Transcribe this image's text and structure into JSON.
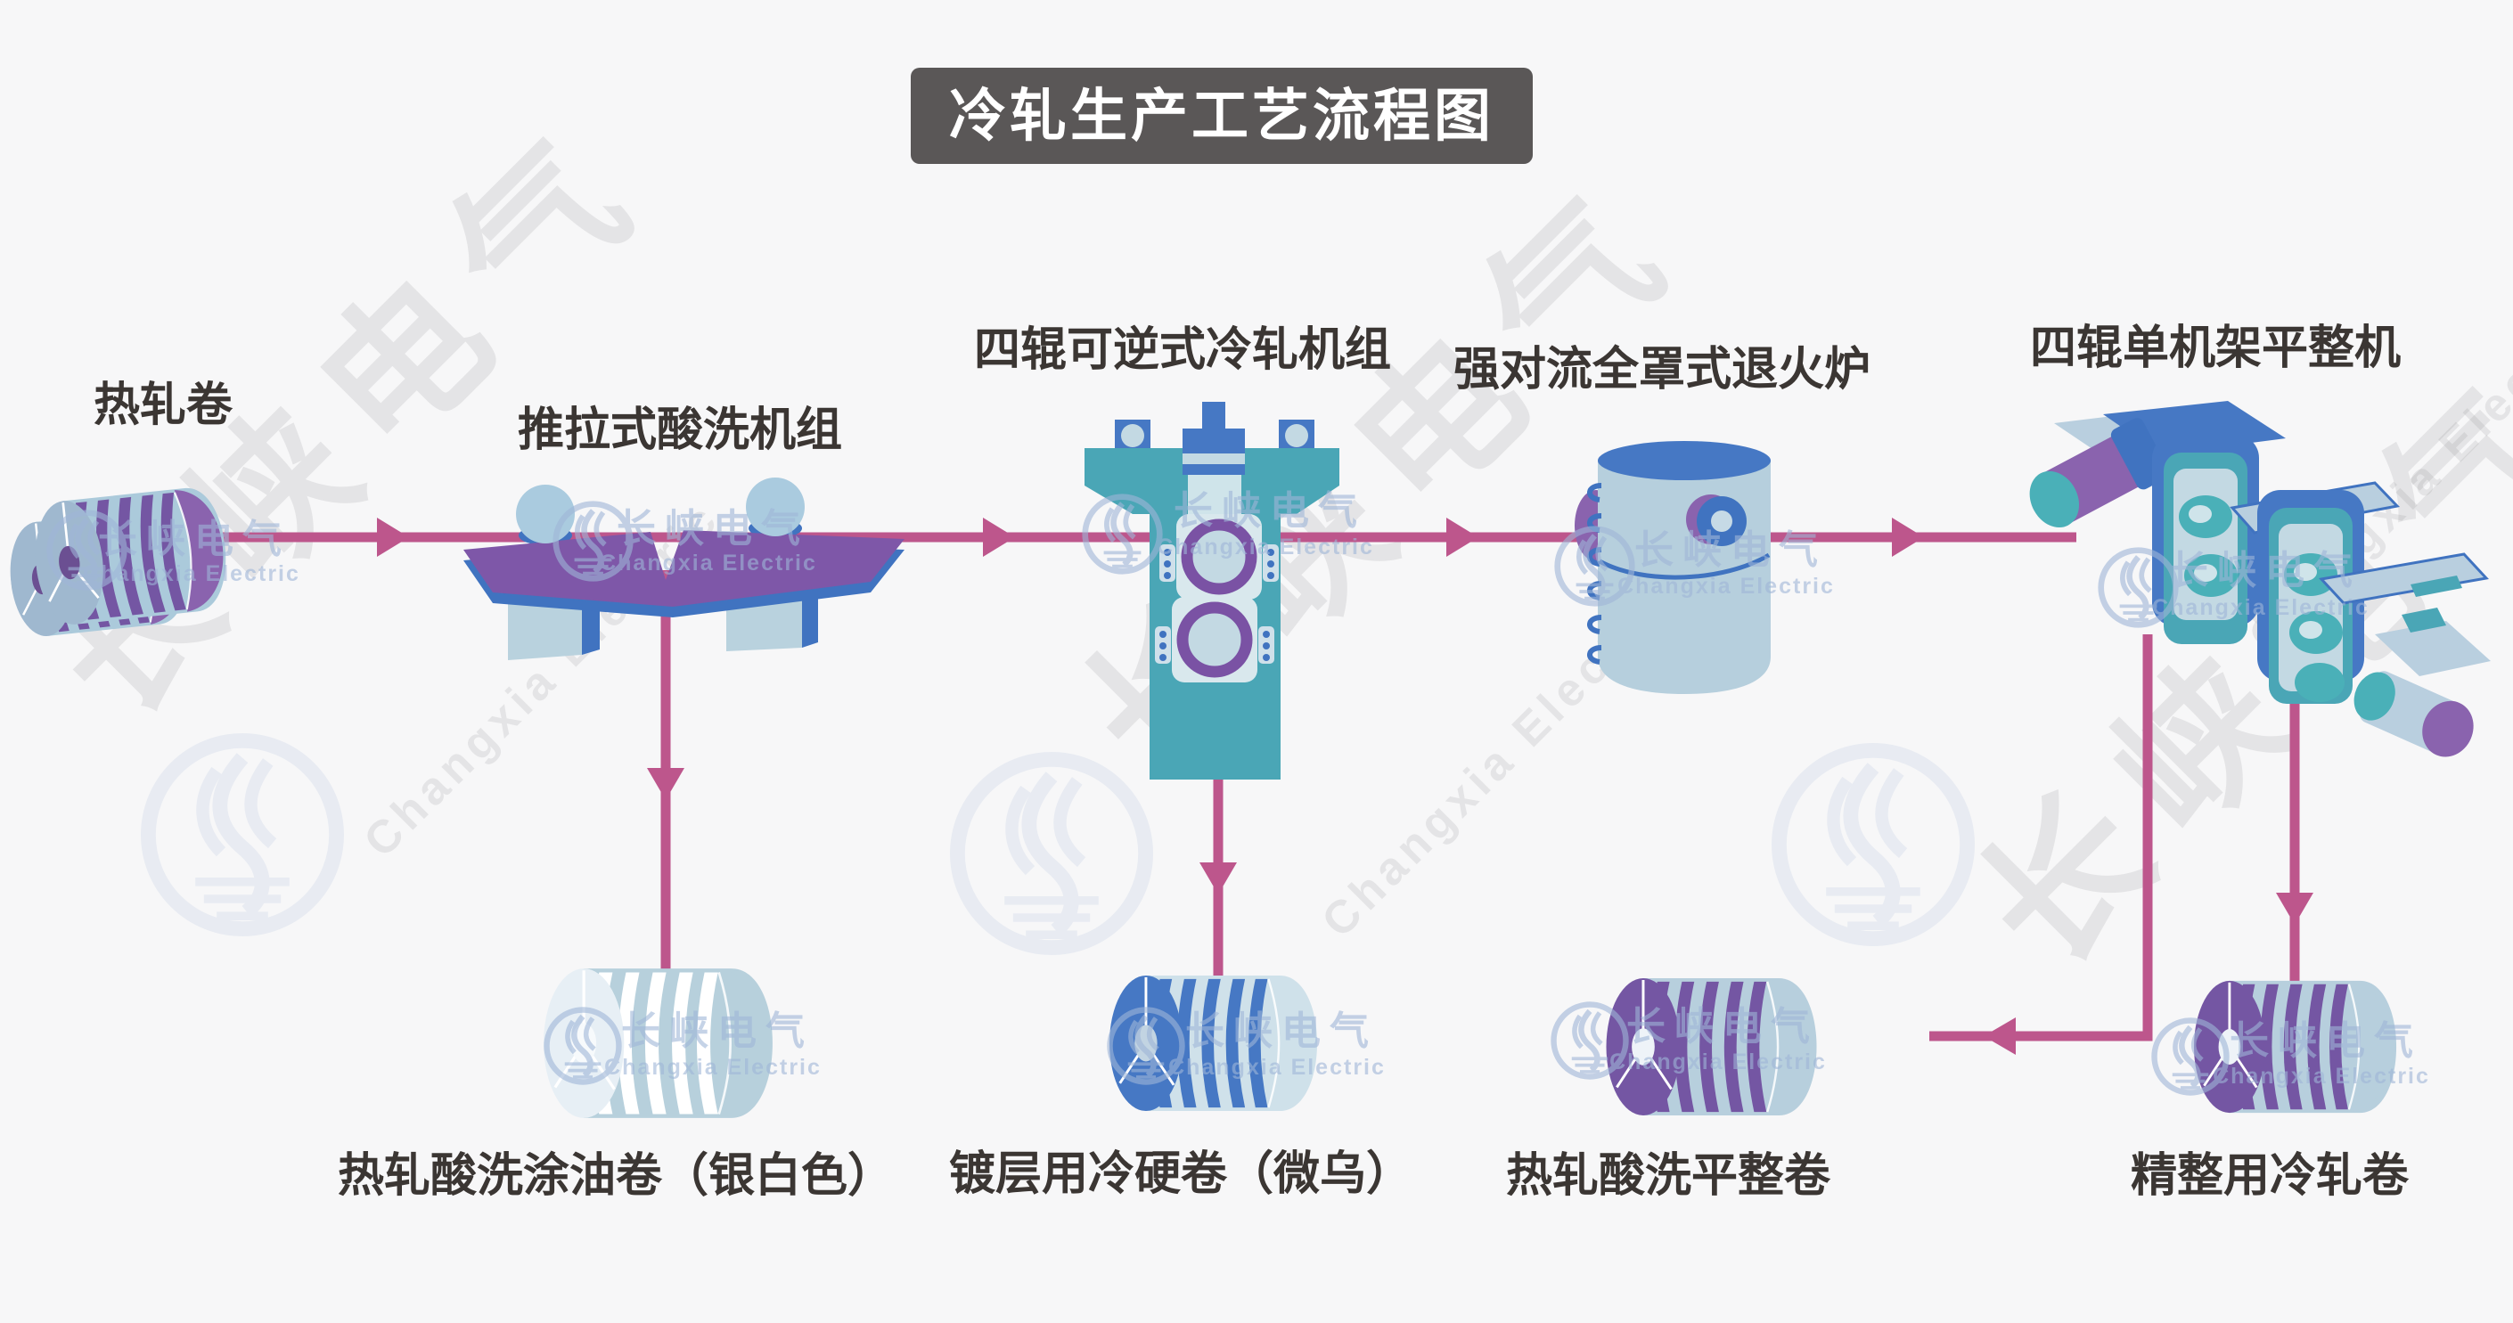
{
  "title": "冷轧生产工艺流程图",
  "stages": [
    {
      "label": "热轧卷"
    },
    {
      "label": "推拉式酸洗机组"
    },
    {
      "label": "四辊可逆式冷轧机组"
    },
    {
      "label": "强对流全罩式退火炉"
    },
    {
      "label": "四辊单机架平整机"
    }
  ],
  "products": [
    {
      "label": "热轧酸洗涂油卷（银白色）"
    },
    {
      "label": "镀层用冷硬卷（微乌）"
    },
    {
      "label": "热轧酸洗平整卷"
    },
    {
      "label": "精整用冷轧卷"
    }
  ],
  "watermark": {
    "zh": "长峡电气",
    "en": "Changxia Electric"
  },
  "colors": {
    "background": "#f7f7f8",
    "title_bg": "#5a5757",
    "title_text": "#ffffff",
    "label_text": "#3b3633",
    "arrow": "#bd568c",
    "teal": "#4aa6b6",
    "blue": "#4678c4",
    "dark_blue_edge": "#4073c0",
    "purple": "#7e57a8",
    "coil_purple": "#7456a3",
    "light_blue": "#b9d2de"
  }
}
